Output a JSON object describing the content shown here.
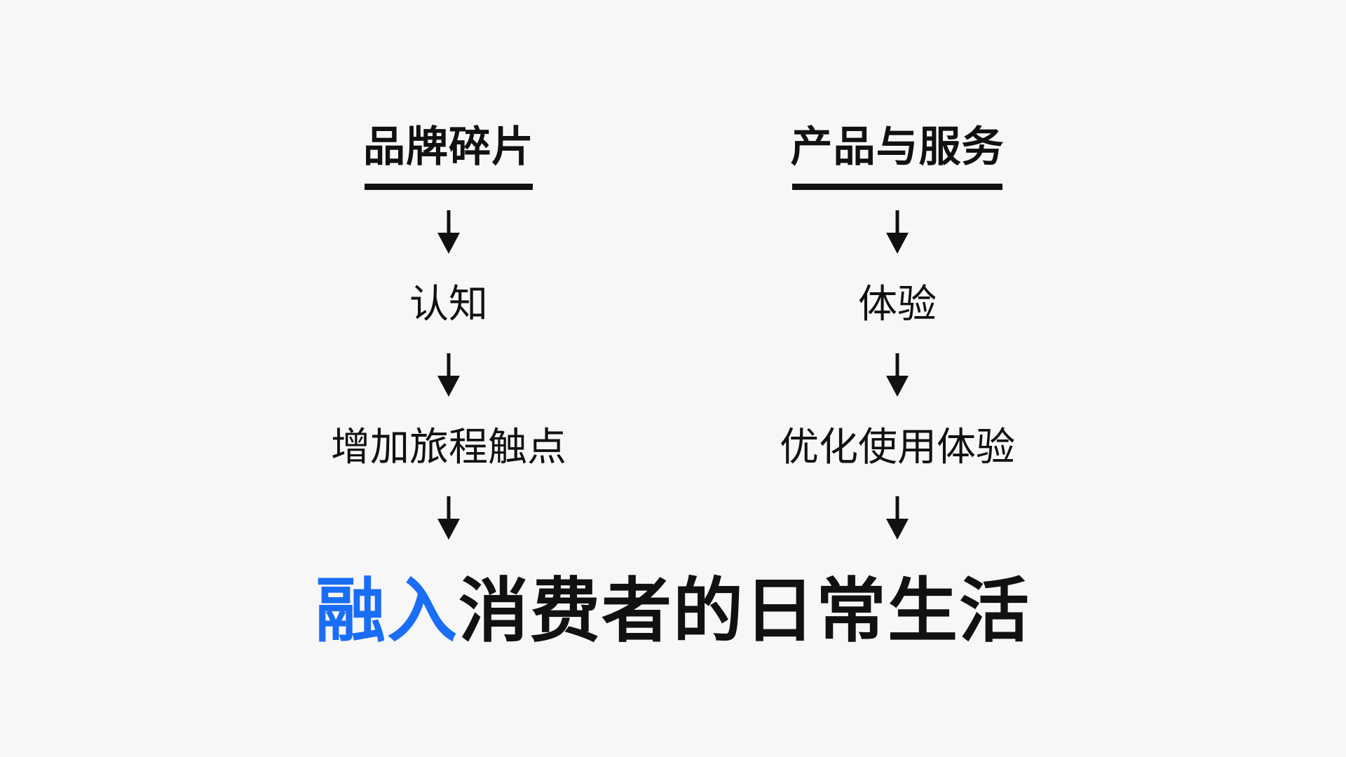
{
  "columns": [
    {
      "heading": "品牌碎片",
      "steps": [
        "认知",
        "增加旅程触点"
      ]
    },
    {
      "heading": "产品与服务",
      "steps": [
        "体验",
        "优化使用体验"
      ]
    }
  ],
  "conclusion": {
    "accent": "融入",
    "rest": "消费者的日常生活"
  },
  "colors": {
    "background": "#f7f7f7",
    "text": "#111111",
    "accent": "#1a6ef5"
  },
  "icons": {
    "arrow": "arrow-down-icon"
  }
}
